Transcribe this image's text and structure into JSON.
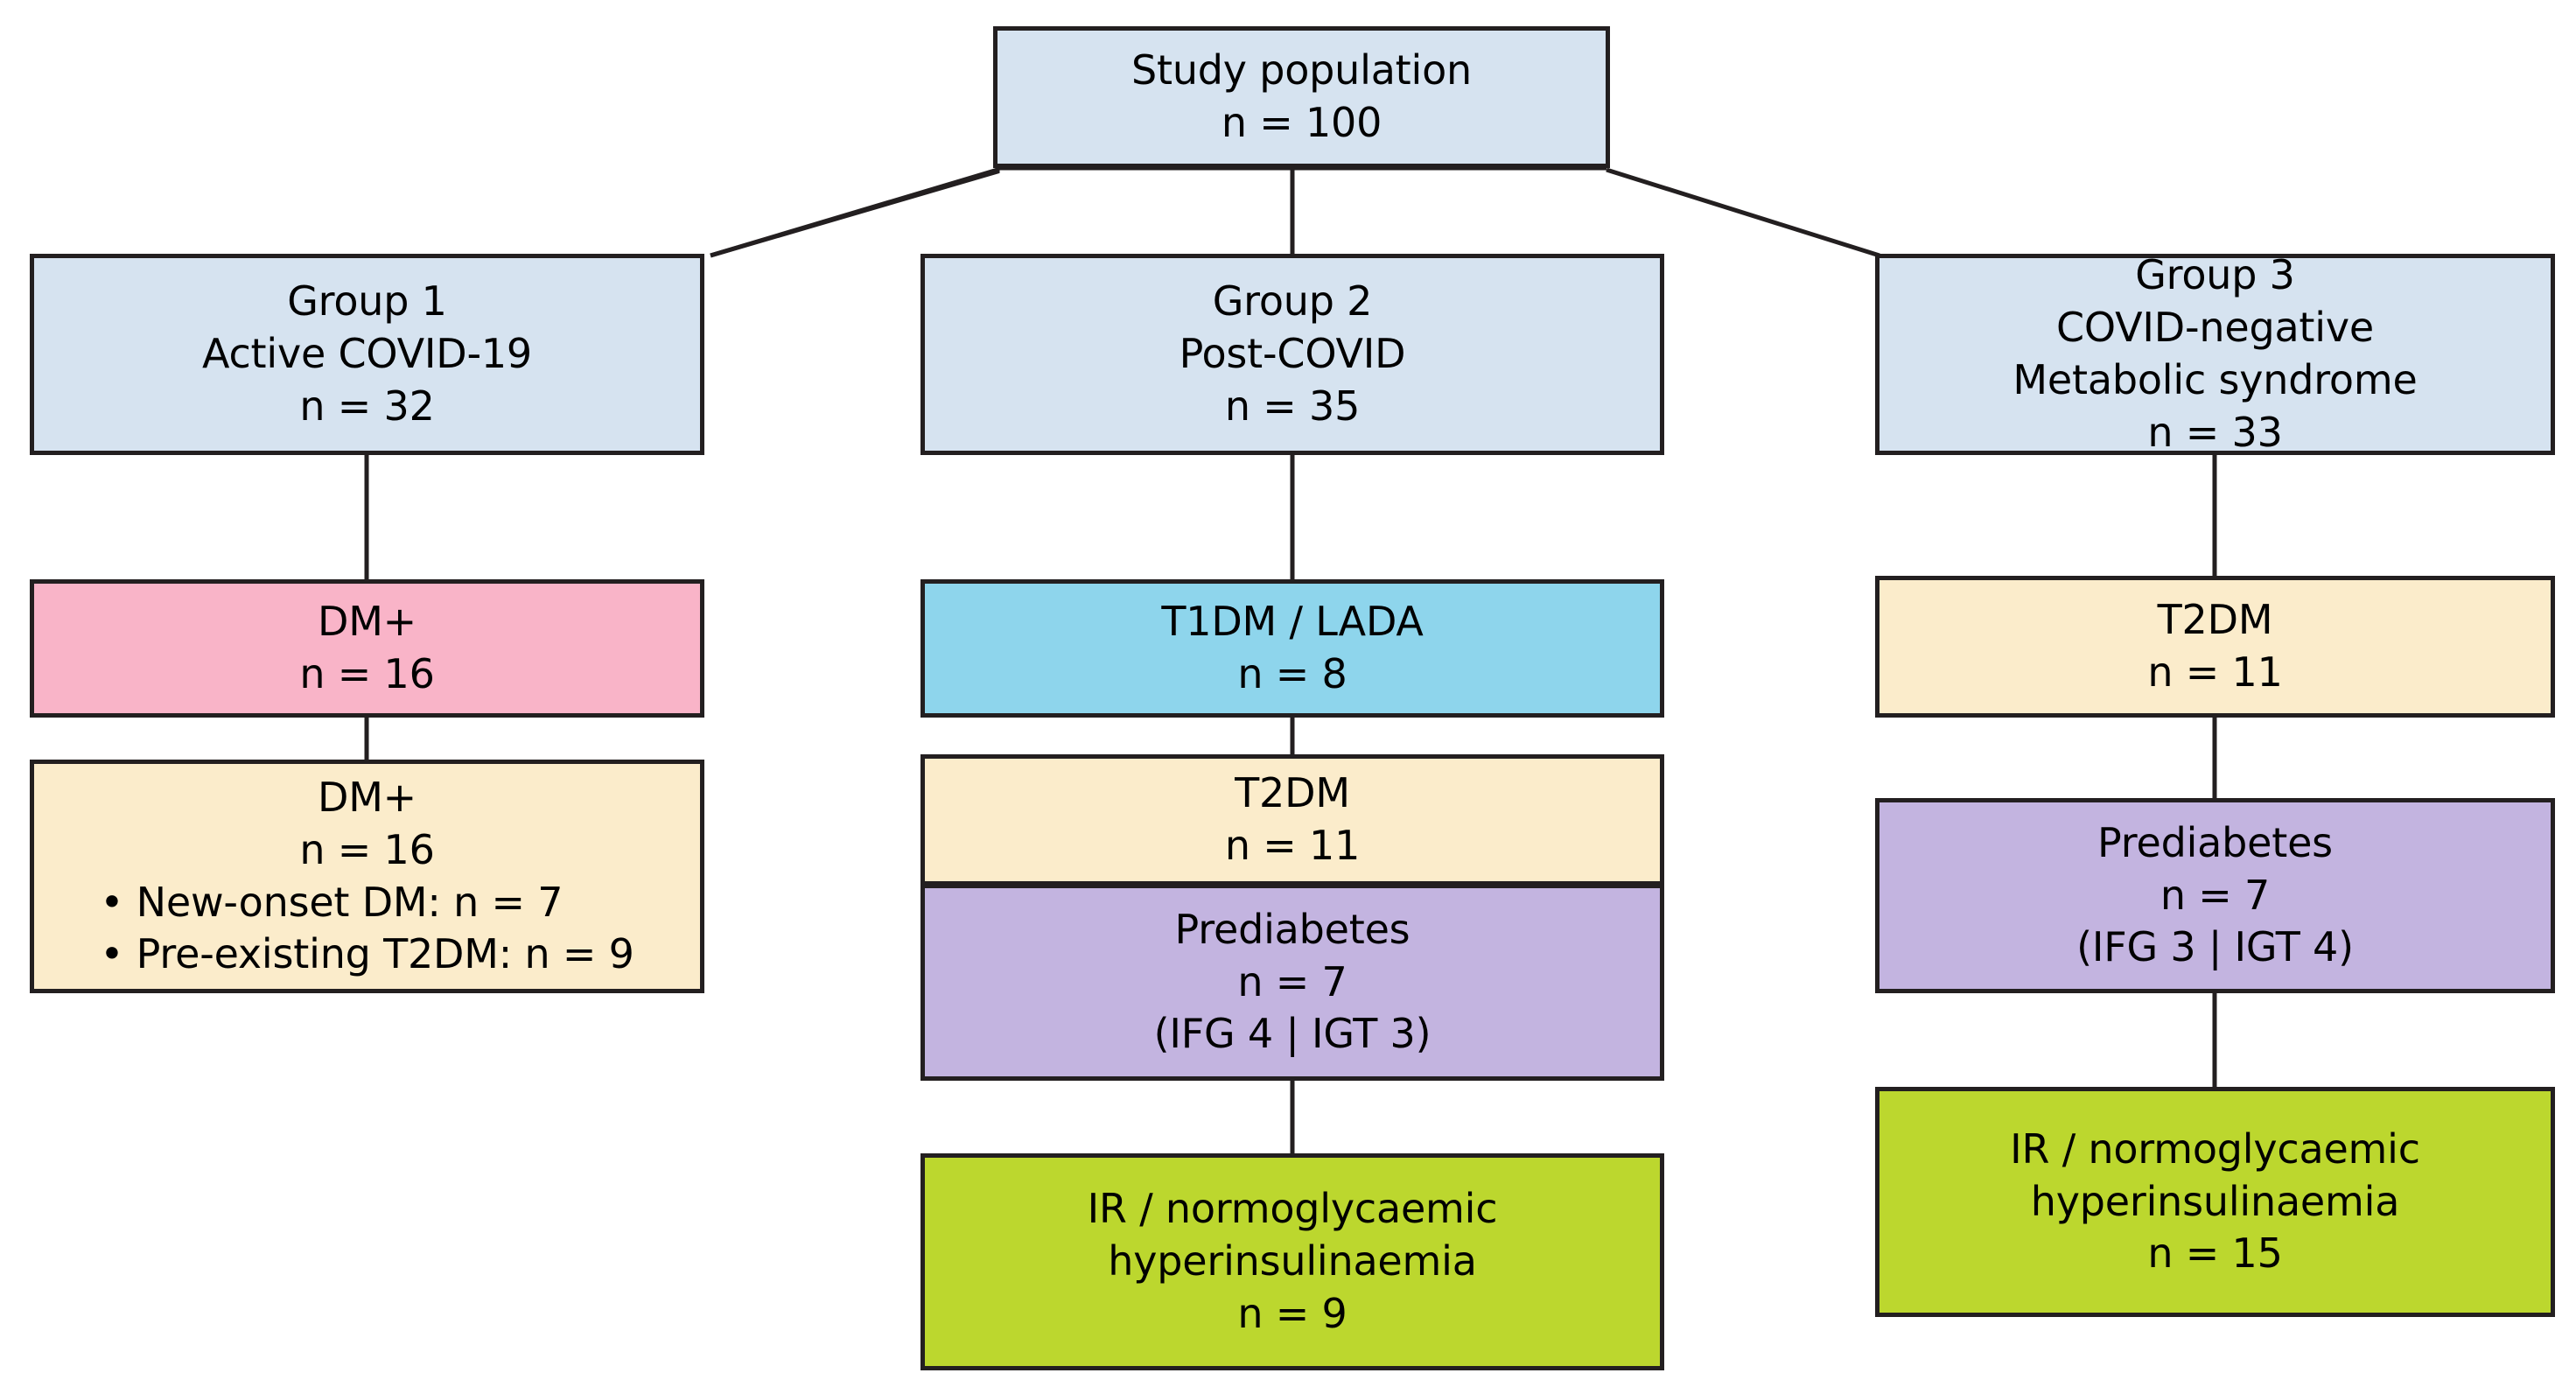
{
  "figure": {
    "type": "flowchart",
    "title": "Study population flow diagram",
    "colors": {
      "blue_light": "#d6e3f0",
      "pink": "#f9b4c8",
      "cream": "#fbeccb",
      "blue_cyan": "#8ed5ec",
      "purple": "#c3b4e0",
      "green": "#bcd72e",
      "border": "#231f20",
      "text": "#000000",
      "background": "#ffffff"
    }
  },
  "nodes": {
    "root": {
      "id": "study-population",
      "label": "Study population",
      "count_label": "n = 100",
      "n": 100,
      "fill": "#d6e3f0"
    },
    "group1": {
      "id": "group-1",
      "line1": "Group 1",
      "line2": "Active COVID-19",
      "count_label": "n = 32",
      "n": 32,
      "fill": "#d6e3f0"
    },
    "group2": {
      "id": "group-2",
      "line1": "Group 2",
      "line2": "Post-COVID",
      "count_label": "n = 35",
      "n": 35,
      "fill": "#d6e3f0"
    },
    "group3": {
      "id": "group-3",
      "line1": "Group 3",
      "line2": "COVID-negative",
      "line3": "Metabolic syndrome",
      "count_label": "n = 33",
      "n": 33,
      "fill": "#d6e3f0"
    },
    "g1_dm_pink": {
      "id": "group1-dm-positive",
      "label": "DM+",
      "count_label": "n = 16",
      "n": 16,
      "fill": "#f9b4c8"
    },
    "g1_dm_detail": {
      "id": "group1-dm-breakdown",
      "label": "DM+",
      "count_label": "n = 16",
      "n": 16,
      "bullets": [
        "• New-onset DM: n = 7",
        "• Pre-existing T2DM: n = 9"
      ],
      "fill": "#fbeccb"
    },
    "g2_t1dm": {
      "id": "group2-t1dm-lada",
      "label": "T1DM / LADA",
      "count_label": "n = 8",
      "n": 8,
      "fill": "#8ed5ec"
    },
    "g2_t2dm": {
      "id": "group2-t2dm",
      "label": "T2DM",
      "count_label": "n = 11",
      "n": 11,
      "fill": "#fbeccb"
    },
    "g2_prediabetes": {
      "id": "group2-prediabetes",
      "label": "Prediabetes",
      "count_label": "n = 7",
      "n": 7,
      "detail": "(IFG 4 | IGT 3)",
      "ifg": 4,
      "igt": 3,
      "fill": "#c3b4e0"
    },
    "g2_ir": {
      "id": "group2-ir-normoglycaemic",
      "line1": "IR / normoglycaemic",
      "line2": "hyperinsulinaemia",
      "count_label": "n = 9",
      "n": 9,
      "fill": "#bcd72e"
    },
    "g3_t2dm": {
      "id": "group3-t2dm",
      "label": "T2DM",
      "count_label": "n = 11",
      "n": 11,
      "fill": "#fbeccb"
    },
    "g3_prediabetes": {
      "id": "group3-prediabetes",
      "label": "Prediabetes",
      "count_label": "n = 7",
      "n": 7,
      "detail": "(IFG 3 | IGT 4)",
      "ifg": 3,
      "igt": 4,
      "fill": "#c3b4e0"
    },
    "g3_ir": {
      "id": "group3-ir-normoglycaemic",
      "line1": "IR / normoglycaemic",
      "line2": "hyperinsulinaemia",
      "count_label": "n = 15",
      "n": 15,
      "fill": "#bcd72e"
    }
  },
  "edges": [
    {
      "from": "study-population",
      "to": "group-1",
      "style": "diagonal"
    },
    {
      "from": "study-population",
      "to": "group-2",
      "style": "vertical"
    },
    {
      "from": "study-population",
      "to": "group-3",
      "style": "diagonal"
    },
    {
      "from": "group-1",
      "to": "group1-dm-positive",
      "style": "vertical"
    },
    {
      "from": "group1-dm-positive",
      "to": "group1-dm-breakdown",
      "style": "vertical"
    },
    {
      "from": "group-2",
      "to": "group2-t1dm-lada",
      "style": "vertical"
    },
    {
      "from": "group2-t1dm-lada",
      "to": "group2-t2dm",
      "style": "vertical"
    },
    {
      "from": "group2-prediabetes",
      "to": "group2-ir-normoglycaemic",
      "style": "vertical"
    },
    {
      "from": "group-3",
      "to": "group3-t2dm",
      "style": "vertical"
    },
    {
      "from": "group3-t2dm",
      "to": "group3-prediabetes",
      "style": "vertical"
    },
    {
      "from": "group3-prediabetes",
      "to": "group3-ir-normoglycaemic",
      "style": "vertical"
    }
  ]
}
